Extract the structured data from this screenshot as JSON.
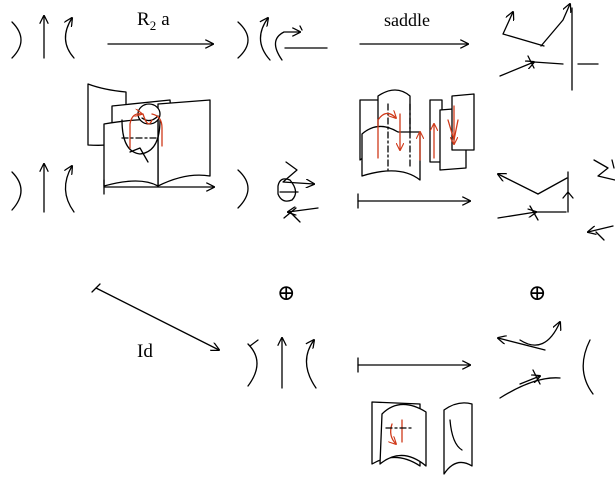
{
  "labels": {
    "r2_letter": "R",
    "r2_sub": "2",
    "r2_suffix": "a",
    "saddle": "saddle",
    "identity": "Id",
    "plus_left": "⊕",
    "plus_right": "⊕"
  },
  "colors": {
    "ink": "#000000",
    "highlight": "#d03a1a"
  }
}
